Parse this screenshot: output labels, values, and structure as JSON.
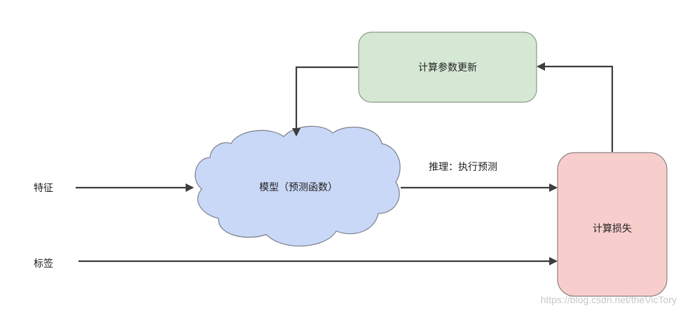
{
  "nodes": {
    "update": {
      "label": "计算参数更新",
      "fill": "#d5e8d4",
      "stroke": "#82b366"
    },
    "model": {
      "label": "模型（预测函数）",
      "fill": "#c9d8f7",
      "stroke": "#6c8ebf"
    },
    "loss": {
      "label": "计算损失",
      "fill": "#f8cecc",
      "stroke": "#b85450"
    }
  },
  "inputs": {
    "features": "特征",
    "labels": "标签"
  },
  "edges": {
    "inference_label": "推理：执行预测"
  },
  "colors": {
    "arrow": "#3d3d3d"
  },
  "watermark": "https://blog.csdn.net/theVicTory"
}
